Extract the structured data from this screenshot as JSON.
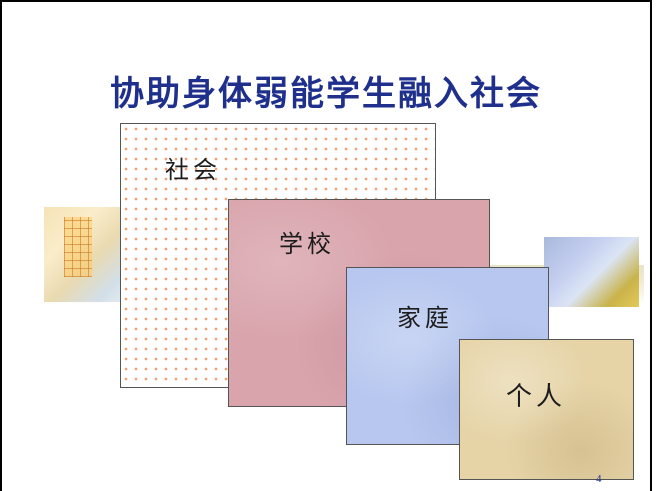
{
  "slide": {
    "title": "协助身体弱能学生融入社会",
    "page_number": "4"
  },
  "diagram": {
    "layers": [
      {
        "label": "社会",
        "color": "#f0a070"
      },
      {
        "label": "学校",
        "color": "#d9a4ac"
      },
      {
        "label": "家庭",
        "color": "#b7c7ef"
      },
      {
        "label": "个人",
        "color": "#e6d4a7"
      }
    ]
  }
}
